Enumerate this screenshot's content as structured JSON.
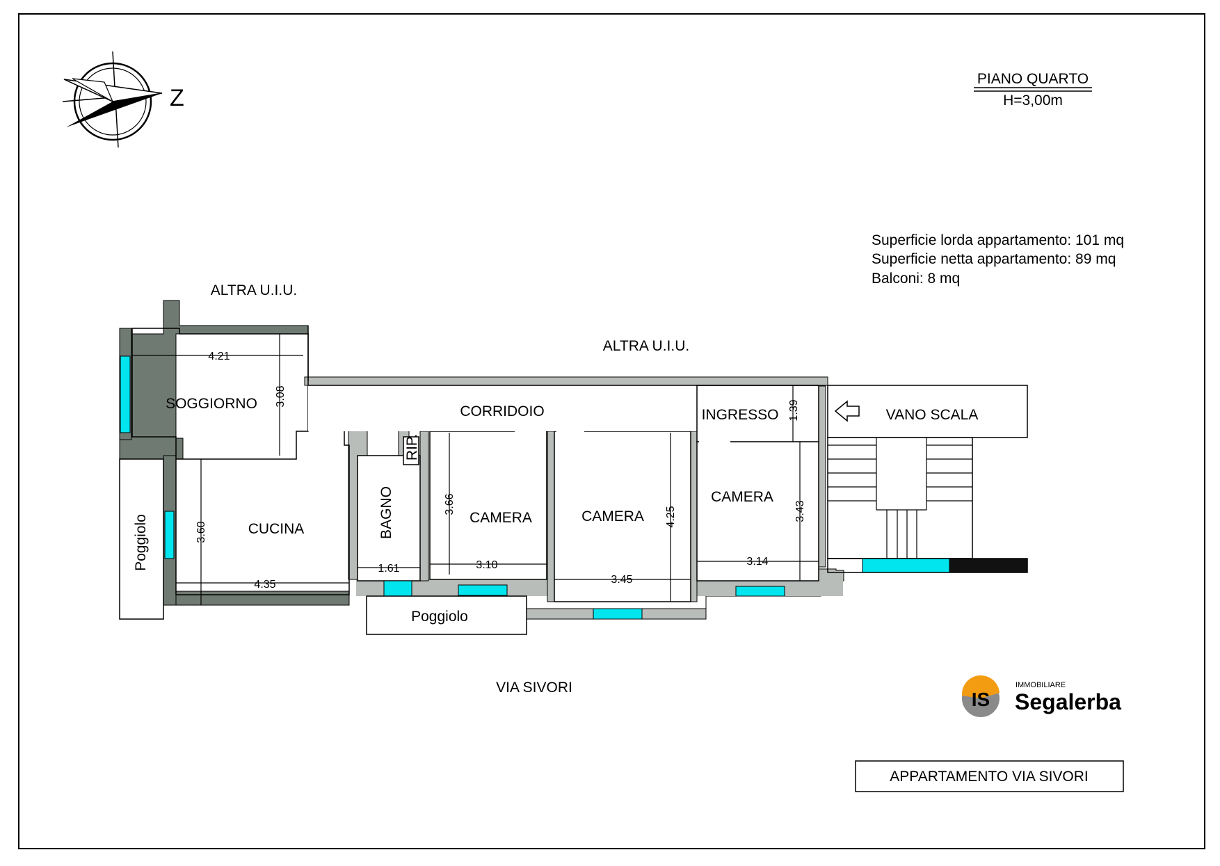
{
  "title": {
    "floor": "PIANO QUARTO",
    "height": "H=3,00m"
  },
  "compass": {
    "north_letter": "Z"
  },
  "surfaces": {
    "gross": "Superficie lorda appartamento: 101 mq",
    "net": "Superficie netta appartamento: 89 mq",
    "balconies": "Balconi: 8 mq"
  },
  "neighbors": {
    "top_left": "ALTRA U.I.U.",
    "top_center": "ALTRA U.I.U."
  },
  "rooms": {
    "soggiorno": "SOGGIORNO",
    "corridoio": "CORRIDOIO",
    "ingresso": "INGRESSO",
    "vano_scala": "VANO SCALA",
    "rip": "RIP.",
    "bagno": "BAGNO",
    "cucina": "CUCINA",
    "camera_1": "CAMERA",
    "camera_2": "CAMERA",
    "camera_3": "CAMERA",
    "poggiolo_left": "Poggiolo",
    "poggiolo_bottom": "Poggiolo"
  },
  "dimensions": {
    "soggiorno_w": "4.21",
    "soggiorno_h": "3.08",
    "ingresso_h": "1.39",
    "cucina_h": "3.60",
    "cucina_w": "4.35",
    "bagno_w": "1.61",
    "camera1_h": "3.66",
    "camera1_w": "3.10",
    "camera2_w": "3.45",
    "camera2_h": "4.25",
    "camera3_h": "3.43",
    "camera3_w": "3.14"
  },
  "street": "VIA SIVORI",
  "logo": {
    "small": "IMMOBILIARE",
    "brand": "Segalerba",
    "mark": "IS"
  },
  "caption": "APPARTAMENTO VIA SIVORI",
  "colors": {
    "wall_dark": "#6f7a73",
    "wall_light": "#b9bdb9",
    "window": "#00e5ee",
    "line": "#000000"
  }
}
